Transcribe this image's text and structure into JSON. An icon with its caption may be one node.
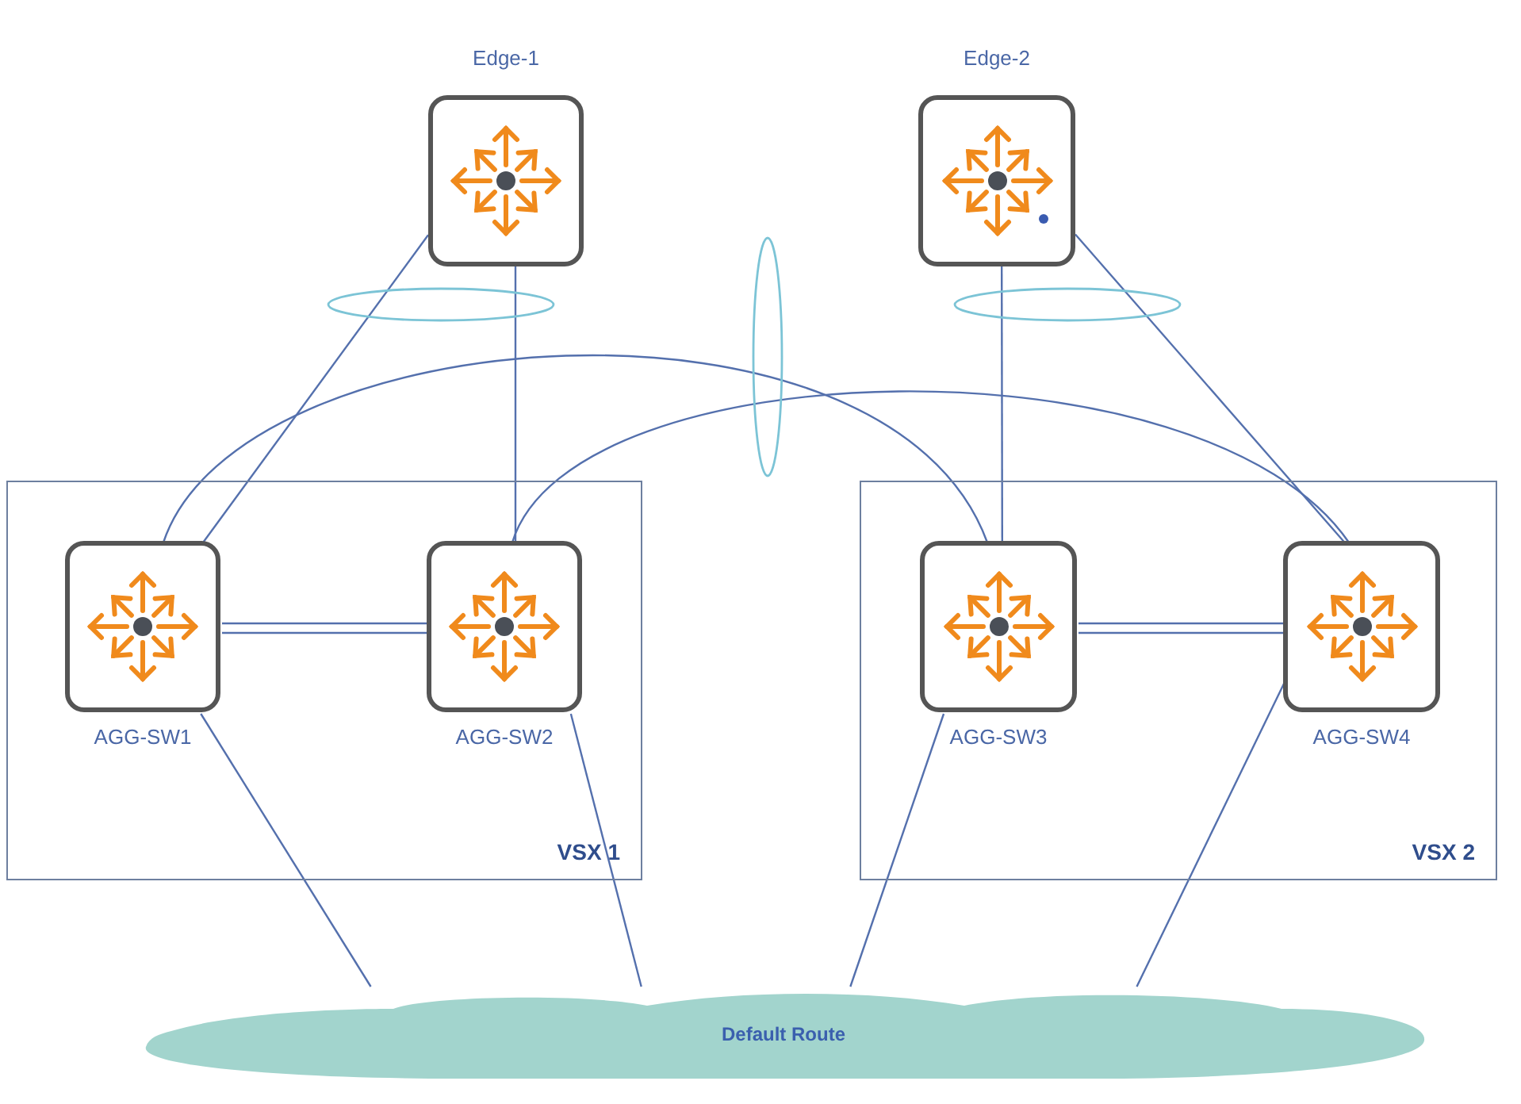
{
  "diagram": {
    "nodes": [
      {
        "text": [
          "Edge-1"
        ]
      },
      {
        "text": [
          "Edge-2"
        ]
      },
      {
        "text": [
          "VSX 1"
        ]
      },
      {
        "text": [
          "AGG-SW1"
        ],
        "in": 2
      },
      {
        "text": [
          "AGG-SW2"
        ],
        "in": 2
      },
      {
        "text": [
          "VSX 2"
        ]
      },
      {
        "text": [
          "AGG-SW3"
        ],
        "in": 5
      },
      {
        "text": [
          "AGG-SW4"
        ],
        "in": 5
      },
      {
        "text": [
          "Default Route"
        ]
      }
    ],
    "edges": [
      {
        "from": 0,
        "to": 3,
        "arrow": "none"
      },
      {
        "from": 0,
        "to": 4,
        "arrow": "none"
      },
      {
        "from": 1,
        "to": 6,
        "arrow": "none"
      },
      {
        "from": 1,
        "to": 7,
        "arrow": "none"
      },
      {
        "from": 3,
        "to": 6,
        "arrow": "none"
      },
      {
        "from": 4,
        "to": 7,
        "arrow": "none"
      },
      {
        "from": 3,
        "to": 4,
        "arrow": "none"
      },
      {
        "from": 6,
        "to": 7,
        "arrow": "none"
      },
      {
        "from": 3,
        "to": 8,
        "arrow": "none"
      },
      {
        "from": 4,
        "to": 8,
        "arrow": "none"
      },
      {
        "from": 6,
        "to": 8,
        "arrow": "none"
      },
      {
        "from": 7,
        "to": 8,
        "arrow": "none"
      }
    ]
  }
}
